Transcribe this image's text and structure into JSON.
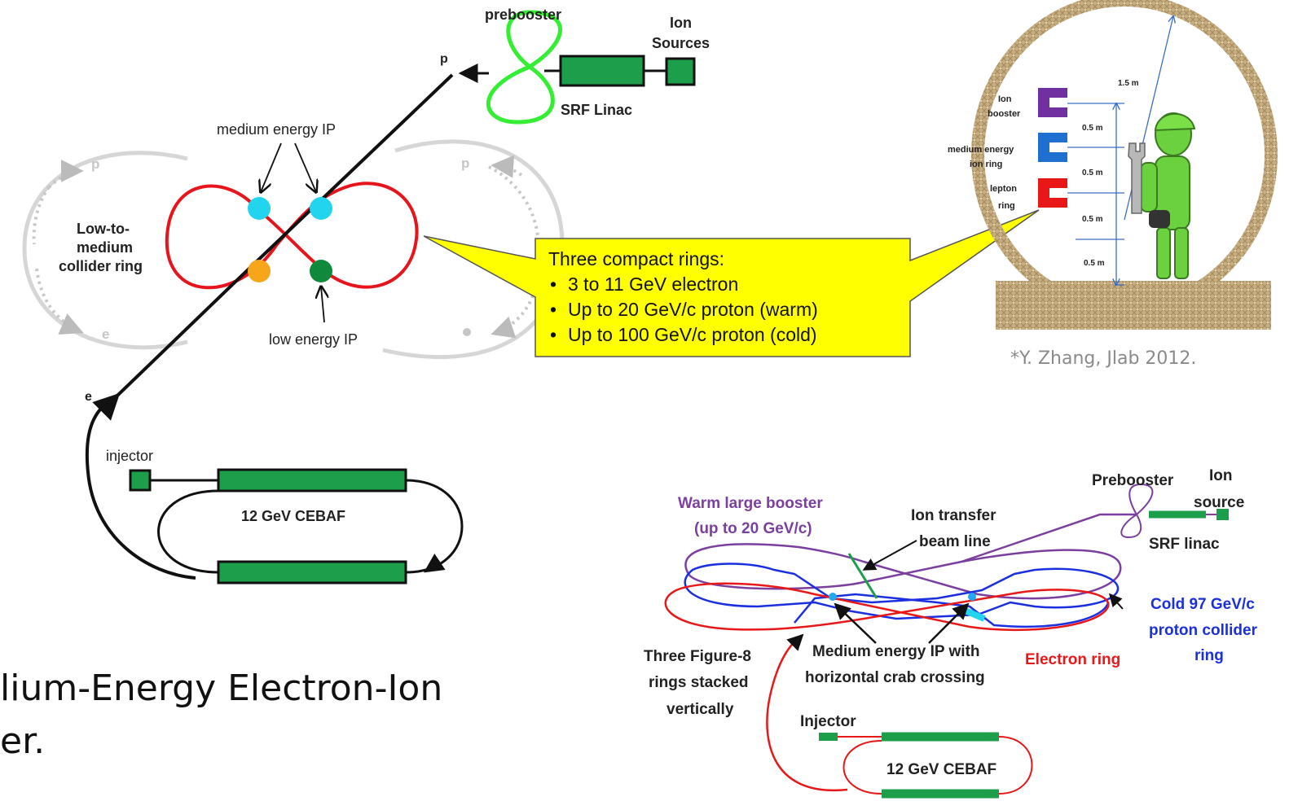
{
  "left_diagram": {
    "prebooster": "prebooster",
    "ion_sources_line1": "Ion",
    "ion_sources_line2": "Sources",
    "srf_linac": "SRF Linac",
    "p_label": "p",
    "medium_energy_ip": "medium energy IP",
    "collider_line1": "Low-to-",
    "collider_line2": "medium",
    "collider_line3": "collider ring",
    "low_energy_ip": "low energy IP",
    "e_label": "e",
    "injector": "injector",
    "cebaf": "12 GeV CEBAF",
    "ghost_p": "p",
    "ghost_e": "e"
  },
  "callout": {
    "title": "Three compact rings:",
    "items": [
      "3 to 11 GeV electron",
      "Up to 20 GeV/c proton (warm)",
      "Up to 100 GeV/c proton (cold)"
    ]
  },
  "tunnel": {
    "ion_booster_1": "Ion",
    "ion_booster_2": "booster",
    "medium_ring_1": "medium energy",
    "medium_ring_2": "ion ring",
    "lepton_ring_1": "lepton",
    "lepton_ring_2": "ring",
    "dim_15": "1.5 m",
    "dim_05_a": "0.5 m",
    "dim_05_b": "0.5 m",
    "dim_05_c": "0.5 m",
    "dim_05_d": "0.5 m"
  },
  "caption": "*Y. Zhang, Jlab 2012.",
  "right_diagram": {
    "warm_booster_1": "Warm large booster",
    "warm_booster_2": "(up to 20 GeV/c)",
    "ion_transfer_1": "Ion transfer",
    "ion_transfer_2": "beam line",
    "prebooster": "Prebooster",
    "ion_source_1": "Ion",
    "ion_source_2": "source",
    "srf_linac": "SRF linac",
    "cold_1": "Cold 97 GeV/c",
    "cold_2": "proton collider",
    "cold_3": "ring",
    "three_fig8_1": "Three Figure-8",
    "three_fig8_2": "rings stacked",
    "three_fig8_3": "vertically",
    "medium_ip_1": "Medium energy IP with",
    "medium_ip_2": "horizontal crab crossing",
    "electron_ring": "Electron ring",
    "injector": "Injector",
    "cebaf": "12 GeV CEBAF"
  },
  "slide_text": {
    "line1": "lium-Energy Electron-Ion",
    "line2": "er."
  },
  "colors": {
    "red": "#e8141c",
    "green": "#1d9e4a",
    "bright_green": "#33ee33",
    "cyan": "#22d4ee",
    "orange": "#f7a51b",
    "dark_green": "#0f8a3c",
    "yellow": "#ffff00",
    "purple": "#7b3fa0",
    "blue": "#1a2fe0",
    "tunnel_purple": "#7030a0",
    "tunnel_blue": "#1f6fd0",
    "tunnel_red": "#e81818"
  }
}
